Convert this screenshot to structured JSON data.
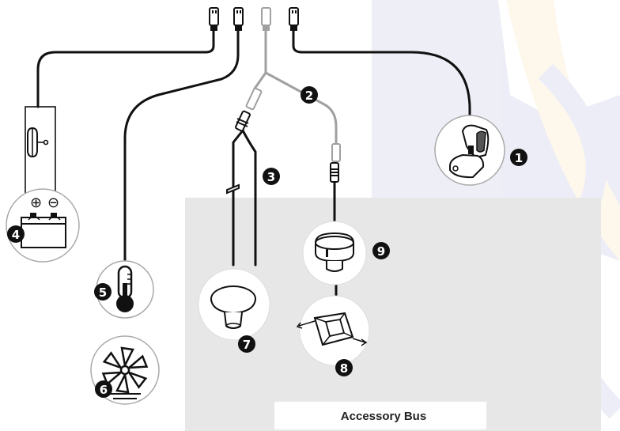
{
  "accessory_bus": {
    "label": "Accessory Bus"
  },
  "callouts": [
    {
      "id": "transducer",
      "number": "1"
    },
    {
      "id": "y-cable",
      "number": "2"
    },
    {
      "id": "speed-cable",
      "number": "3"
    },
    {
      "id": "battery",
      "number": "4"
    },
    {
      "id": "temperature",
      "number": "5"
    },
    {
      "id": "paddle-wheel",
      "number": "6"
    },
    {
      "id": "knob-sensor",
      "number": "7"
    },
    {
      "id": "mount-plate",
      "number": "8"
    },
    {
      "id": "puck-sensor",
      "number": "9"
    }
  ],
  "battery": {
    "plus_symbol": "⊕",
    "minus_symbol": "⊖"
  },
  "colors": {
    "watermark_gear": "#3b46a0",
    "watermark_accent": "#f5b53c",
    "bus_panel": "#e7e7e7",
    "cable": "#111111",
    "gray_cable": "#a0a0a0",
    "callout": "#111111"
  },
  "icons": [
    "transducer-icon",
    "battery-icon",
    "thermometer-icon",
    "paddle-wheel-icon",
    "knob-sensor-icon",
    "puck-sensor-icon",
    "mount-plate-icon",
    "connector-icon",
    "fuse-icon"
  ]
}
